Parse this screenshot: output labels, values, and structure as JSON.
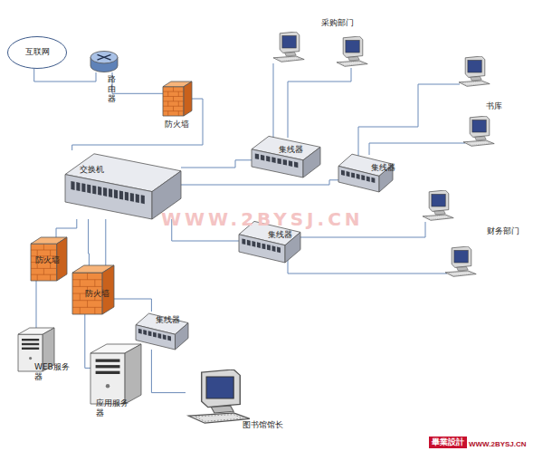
{
  "diagram": {
    "nodes": [
      {
        "text": [
          "互联网"
        ]
      },
      {
        "text": [
          "路由器"
        ]
      },
      {
        "text": [
          "防火墙"
        ]
      },
      {
        "text": [
          "集线器"
        ]
      },
      {
        "text": [
          "集线器"
        ]
      },
      {
        "text": [
          "交换机"
        ]
      },
      {
        "text": [
          "集线器"
        ]
      },
      {
        "text": [
          "防火墙"
        ]
      },
      {
        "text": [
          "防火墙"
        ]
      },
      {
        "text": [
          "集线器"
        ]
      },
      {
        "text": [
          "WEB服务器"
        ]
      },
      {
        "text": [
          "应用服务器"
        ]
      },
      {
        "text": [
          "图书馆馆长"
        ]
      }
    ],
    "edges": [
      {
        "from": 0,
        "to": 1,
        "arrow": "none"
      },
      {
        "from": 1,
        "to": 2,
        "arrow": "none"
      },
      {
        "from": 2,
        "to": 5,
        "arrow": "none"
      },
      {
        "from": 5,
        "to": 3,
        "arrow": "none"
      },
      {
        "from": 5,
        "to": 4,
        "arrow": "none"
      },
      {
        "from": 5,
        "to": 6,
        "arrow": "none"
      },
      {
        "from": 5,
        "to": 7,
        "arrow": "none"
      },
      {
        "from": 5,
        "to": 8,
        "arrow": "none"
      },
      {
        "from": 5,
        "to": 9,
        "arrow": "none"
      },
      {
        "from": 7,
        "to": 10,
        "arrow": "none"
      },
      {
        "from": 8,
        "to": 11,
        "arrow": "none"
      },
      {
        "from": 9,
        "to": 12,
        "arrow": "none"
      }
    ],
    "labels": [
      "采购部门",
      "书库",
      "财务部门",
      "WWW.2BYSJ.CN",
      "畢業設計",
      "WWW.2BYSJ.CN"
    ]
  }
}
